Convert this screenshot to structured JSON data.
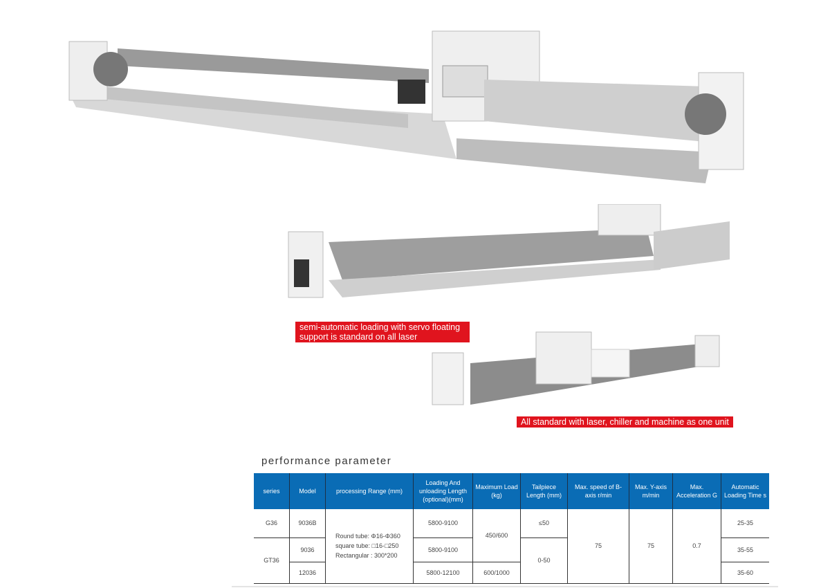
{
  "captions": {
    "semi_auto": "semi-automatic loading with servo floating support is standard on all laser",
    "all_standard": "All standard with laser, chiller and machine as one unit"
  },
  "section_title": "performance parameter",
  "table": {
    "headers": [
      "series",
      "Model",
      "processing Range (mm)",
      "Loading And unloading Length (optional)(mm)",
      "Maximum Load (kg)",
      "Tailpiece Length (mm)",
      "Max. speed of B-axis r/min",
      "Max. Y-axis m/min",
      "Max. Acceleration G",
      "Automatic Loading Time s"
    ],
    "series": [
      "G36",
      "GT36"
    ],
    "models": [
      "9036B",
      "9036",
      "12036"
    ],
    "processing_range": [
      "Round tube: Φ16-Φ360",
      "square tube: □16-□250",
      "Rectangular : 300*200"
    ],
    "loading_length": [
      "5800-9100",
      "5800-9100",
      "5800-12100"
    ],
    "max_load": [
      "450/600",
      "600/1000"
    ],
    "tailpiece": [
      "≤50",
      "0-50"
    ],
    "b_axis_speed": "75",
    "y_axis_speed": "75",
    "acceleration": "0.7",
    "loading_time": [
      "25-35",
      "35-55",
      "35-60"
    ]
  }
}
